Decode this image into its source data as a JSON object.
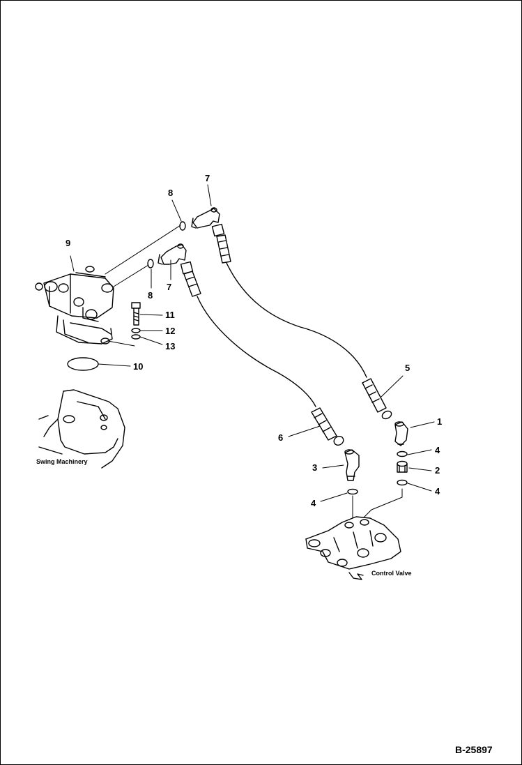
{
  "callouts": {
    "c1": "1",
    "c2": "2",
    "c3": "3",
    "c4a": "4",
    "c4b": "4",
    "c4c": "4",
    "c5": "5",
    "c6": "6",
    "c7a": "7",
    "c7b": "7",
    "c8a": "8",
    "c8b": "8",
    "c9": "9",
    "c10": "10",
    "c11": "11",
    "c12": "12",
    "c13": "13"
  },
  "captions": {
    "swing_machinery": "Swing Machinery",
    "control_valve": "Control Valve"
  },
  "figure_number": "B-25897"
}
